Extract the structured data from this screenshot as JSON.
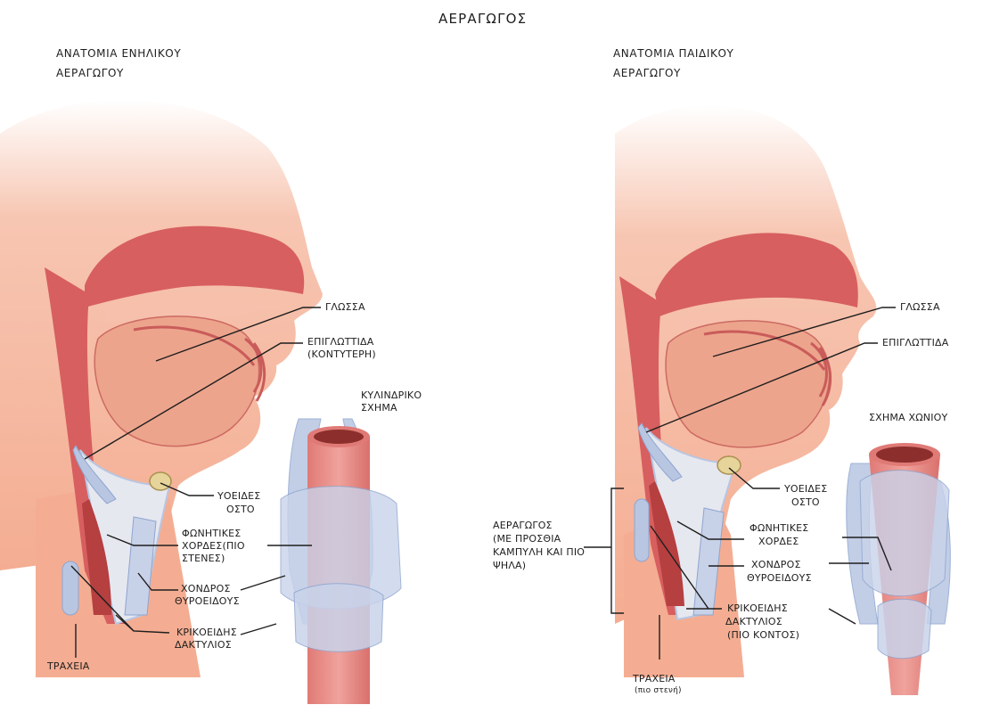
{
  "title": "ΑΕΡΑΓΩΓΟΣ",
  "adult": {
    "heading_line1": "ΑΝΑΤΟΜΙΑ ΕΝΗΛΙΚΟΥ",
    "heading_line2": "ΑΕΡΑΓΩΓΟΥ",
    "labels": {
      "tongue": "ΓΛΩΣΣΑ",
      "epiglottis_1": "ΕΠΙΓΛΩΤΤΙΔΑ",
      "epiglottis_2": "(ΚΟΝΤΥΤΕΡΗ)",
      "shape_1": "ΚΥΛΙΝΔΡΙΚΟ",
      "shape_2": "ΣΧΗΜΑ",
      "hyoid_1": "ΥΟΕΙΔΕΣ",
      "hyoid_2": "ΟΣΤΟ",
      "vocal_1": "ΦΩΝΗΤΙΚΕΣ",
      "vocal_2": "ΧΟΡΔΕΣ(ΠΙΟ",
      "vocal_3": "ΣΤΕΝΕΣ)",
      "thyroid_1": "ΧΟΝΔΡΟΣ",
      "thyroid_2": "ΘΥΡΟΕΙΔΟΥΣ",
      "cricoid_1": "ΚΡΙΚΟΕΙΔΗΣ",
      "cricoid_2": "ΔΑΚΤΥΛΙΟΣ",
      "trachea": "ΤΡΑΧΕΙΑ"
    }
  },
  "child": {
    "heading_line1": "ΑΝΑΤΟΜΙΑ ΠΑΙΔΙΚΟΥ",
    "heading_line2": "ΑΕΡΑΓΩΓΟΥ",
    "labels": {
      "tongue": "ΓΛΩΣΣΑ",
      "epiglottis": "ΕΠΙΓΛΩΤΤΙΔΑ",
      "shape": "ΣΧΗΜΑ ΧΩΝΙΟΥ",
      "hyoid_1": "ΥΟΕΙΔΕΣ",
      "hyoid_2": "ΟΣΤΟ",
      "airway_1": "ΑΕΡΑΓΩΓΟΣ",
      "airway_2": "(ΜΕ ΠΡΟΣΘΙΑ",
      "airway_3": "ΚΑΜΠΥΛΗ ΚΑΙ ΠΙΟ",
      "airway_4": "ΨΗΛΑ)",
      "vocal_1": "ΦΩΝΗΤΙΚΕΣ",
      "vocal_2": "ΧΟΡΔΕΣ",
      "thyroid_1": "ΧΟΝΔΡΟΣ",
      "thyroid_2": "ΘΥΡΟΕΙΔΟΥΣ",
      "cricoid_1": "ΚΡΙΚΟΕΙΔΗΣ",
      "cricoid_2": "ΔΑΚΤΥΛΙΟΣ",
      "cricoid_3": "(ΠΙΟ ΚΟΝΤΟΣ)",
      "trachea_1": "ΤΡΑΧΕΙΑ",
      "trachea_2": "(πιο στενή)"
    }
  },
  "colors": {
    "skin": "#f4ad92",
    "skin_dark": "#e58e74",
    "tissue": "#d75f5f",
    "tissue_dark": "#b63f40",
    "cartilage": "#b8c6e2",
    "cartilage_edge": "#8ea5cf",
    "airway": "#e6e8f0",
    "bone": "#e6d49a",
    "trachea": "#e78680",
    "trachea_dark": "#8c2f2c"
  }
}
